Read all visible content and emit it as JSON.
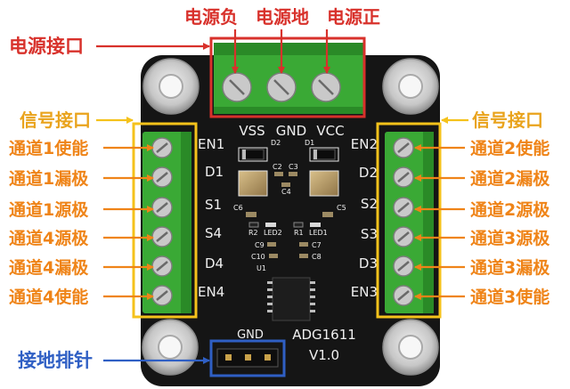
{
  "power": {
    "title": "电源接口",
    "negative": "电源负",
    "ground": "电源地",
    "positive": "电源正"
  },
  "signal_left": {
    "title": "信号接口",
    "channels": [
      "通道1使能",
      "通道1漏极",
      "通道1源极",
      "通道4源极",
      "通道4漏极",
      "通道4使能"
    ]
  },
  "signal_right": {
    "title": "信号接口",
    "channels": [
      "通道2使能",
      "通道2漏极",
      "通道2源极",
      "通道3源极",
      "通道3漏极",
      "通道3使能"
    ]
  },
  "ground_header": {
    "title": "接地排针"
  },
  "board": {
    "power_pins": [
      "VSS",
      "GND",
      "VCC"
    ],
    "left_pins": [
      "EN1",
      "D1",
      "S1",
      "S4",
      "D4",
      "EN4"
    ],
    "right_pins": [
      "EN2",
      "D2",
      "S2",
      "S3",
      "D3",
      "EN3"
    ],
    "components": {
      "d2": "D2",
      "d1": "D1",
      "c2": "C2",
      "c3": "C3",
      "c4": "C4",
      "c6": "C6",
      "c5": "C5",
      "r2": "R2",
      "led2": "LED2",
      "r1": "R1",
      "led1": "LED1",
      "c9": "C9",
      "c7": "C7",
      "c10": "C10",
      "c8": "C8",
      "u1": "U1"
    },
    "header_label": "GND",
    "chip_name": "ADG1611",
    "version": "V1.0"
  },
  "colors": {
    "power": "#d8312b",
    "signal_box": "#f5c21b",
    "signal_title": "#e9a31c",
    "channel": "#ef8418",
    "ground": "#2f5fc4",
    "terminal": "#3aa935",
    "board": "#151515"
  }
}
